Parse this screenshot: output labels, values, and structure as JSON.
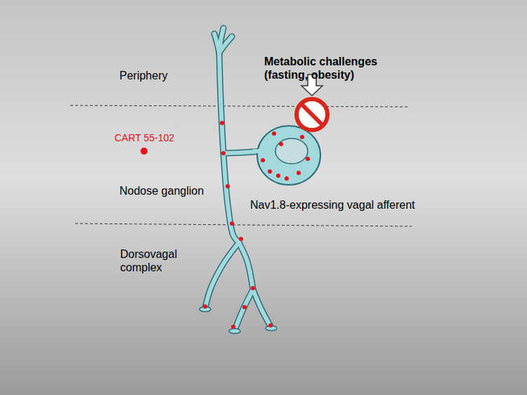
{
  "diagram": {
    "labels": [
      "Metabolic challenges (fasting, obesity)",
      "Periphery",
      "CART 55-102",
      "Nodose ganglion",
      "Nav1.8-expressing vagal afferent",
      "Dorsovagal complex"
    ]
  }
}
